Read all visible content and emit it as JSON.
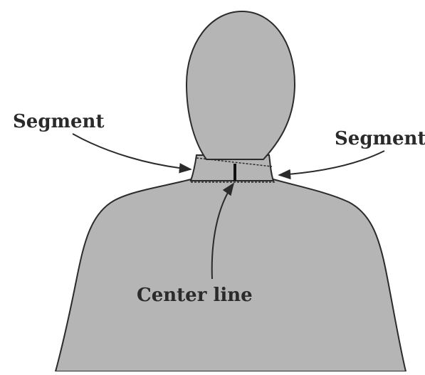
{
  "figure": {
    "fill_color": "#b5b5b5",
    "outline_color": "#2b2b2b",
    "parts": [
      "head",
      "neck",
      "shoulders-torso"
    ]
  },
  "labels": {
    "segment_left": "Segment",
    "segment_right": "Segment",
    "center_line": "Center line"
  }
}
